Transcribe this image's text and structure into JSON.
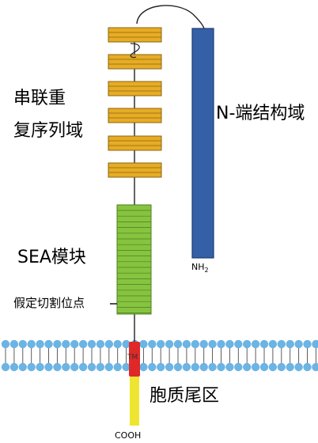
{
  "labels": {
    "tandem_repeat_line1": "串联重",
    "tandem_repeat_line2": "复序列域",
    "n_terminal": "N-端结构域",
    "nh2_base": "NH",
    "nh2_sub": "2",
    "sea_module": "SEA模块",
    "cleavage_site": "假定切割位点",
    "tm": "TM",
    "cytoplasmic_tail": "胞质尾区",
    "cooh": "COOH"
  },
  "colors": {
    "repeat_fill": "#e6ac25",
    "repeat_stroke": "#8a6410",
    "n_domain_fill": "#3560a8",
    "n_domain_stroke": "#1d3c70",
    "sea_fill": "#86c440",
    "sea_stroke": "#4e7d1d",
    "membrane_head": "#6cb4e4",
    "tm_fill": "#e02828",
    "tail_fill": "#eee530",
    "line": "#222222"
  }
}
